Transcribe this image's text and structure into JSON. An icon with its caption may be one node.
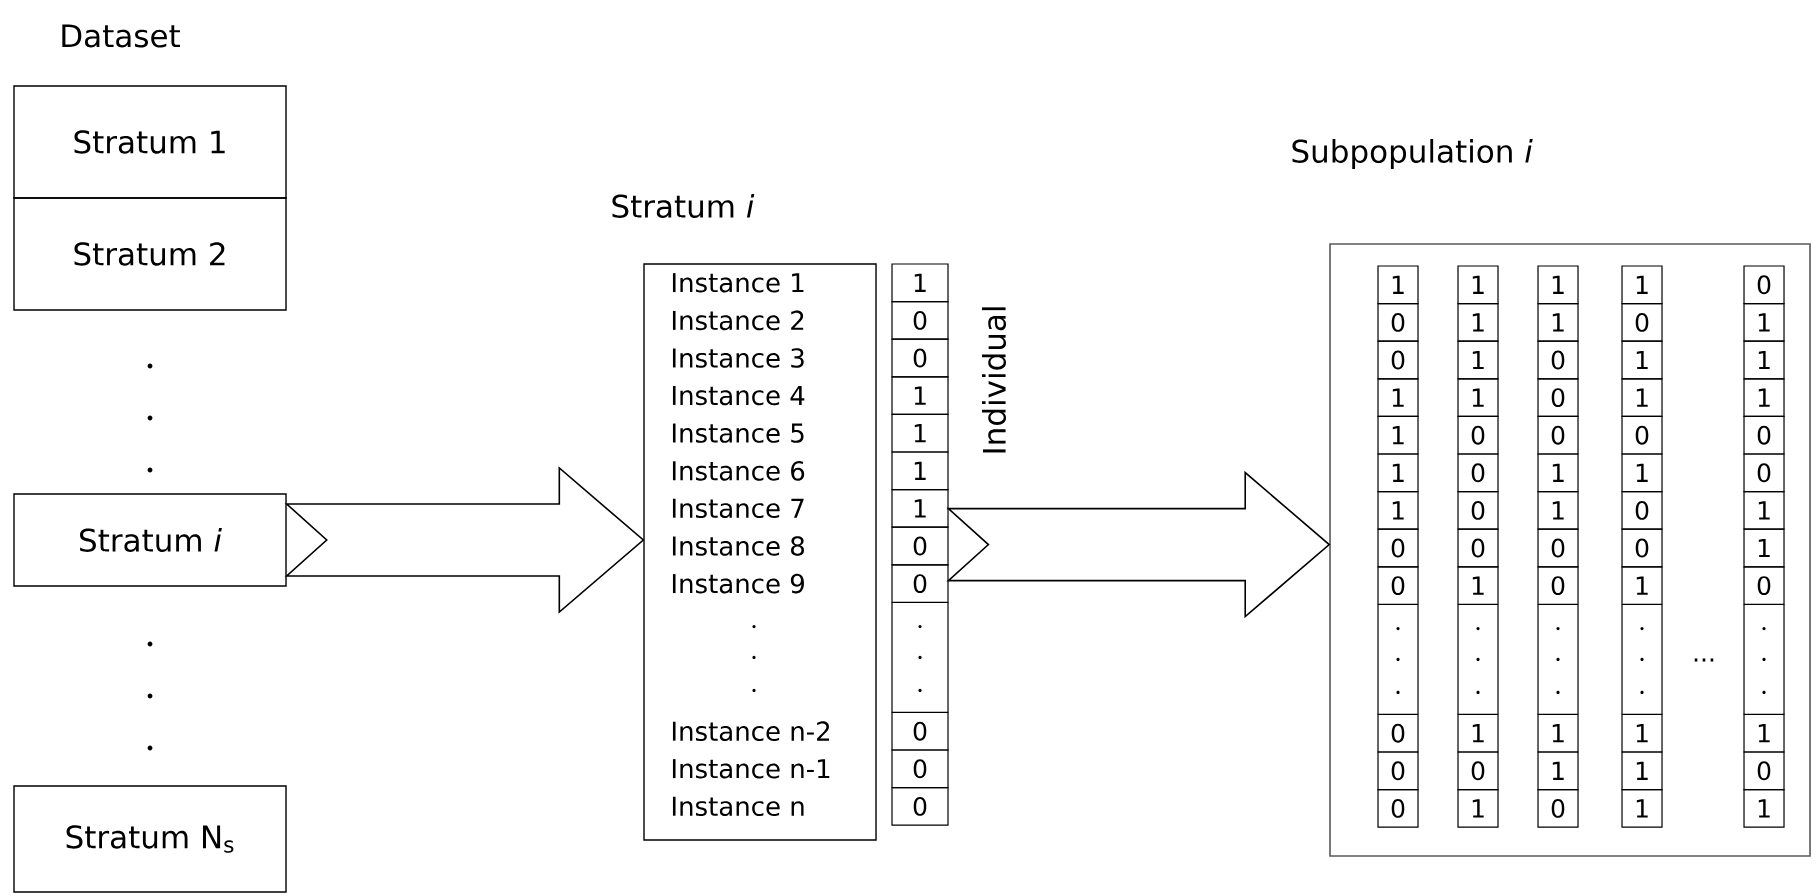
{
  "diagram": {
    "nodes": [
      {
        "text": [
          "Stratum 1"
        ]
      },
      {
        "text": [
          "Stratum 2"
        ]
      },
      {
        "text": [
          "Stratum *i*"
        ]
      },
      {
        "text": [
          "Stratum N$_{s}$"
        ]
      },
      {
        "text": [
          "Stratum *i*",
          "Instance 1",
          "Instance 2",
          "Instance 3",
          "Instance 4",
          "Instance 5",
          "Instance 6",
          "Instance 7",
          "Instance 8",
          "Instance 9",
          "Instance n-2",
          "Instance n-1",
          "Instance n"
        ]
      },
      {
        "text": [
          "1",
          "0",
          "0",
          "1",
          "1",
          "1",
          "1",
          "0",
          "0",
          "0",
          "0",
          "0"
        ],
        "beside": [
          "Individual"
        ]
      },
      {
        "text": [
          "Subpopulation *i*"
        ]
      },
      {
        "text": [
          "1",
          "0",
          "0",
          "1",
          "1",
          "1",
          "1",
          "0",
          "0",
          "0",
          "0",
          "0"
        ],
        "in": 6
      },
      {
        "text": [
          "1",
          "1",
          "1",
          "1",
          "0",
          "0",
          "0",
          "0",
          "1",
          "1",
          "0",
          "1"
        ],
        "in": 6
      },
      {
        "text": [
          "1",
          "1",
          "0",
          "0",
          "0",
          "1",
          "1",
          "0",
          "0",
          "1",
          "1",
          "0"
        ],
        "in": 6
      },
      {
        "text": [
          "1",
          "0",
          "1",
          "1",
          "0",
          "1",
          "0",
          "0",
          "1",
          "1",
          "1",
          "1"
        ],
        "in": 6
      },
      {
        "text": [
          "0",
          "1",
          "1",
          "1",
          "0",
          "0",
          "1",
          "1",
          "0",
          "1",
          "0",
          "1"
        ],
        "in": 6
      }
    ],
    "edges": [
      {
        "from": 2,
        "to": 4,
        "arrow": "to"
      },
      {
        "from": 5,
        "to": 6,
        "arrow": "to"
      }
    ],
    "labels": [
      "Dataset",
      "..."
    ]
  }
}
